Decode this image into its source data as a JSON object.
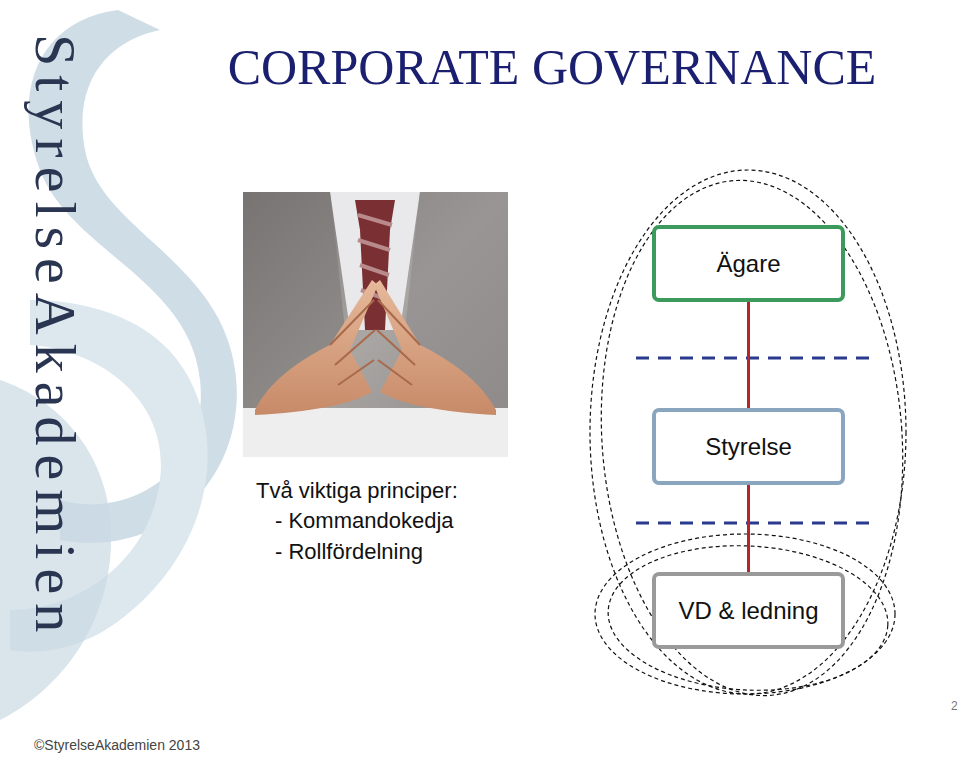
{
  "diagram": {
    "title": "CORPORATE GOVERNANCE",
    "nodes": [
      {
        "text": [
          "Ägare"
        ]
      },
      {
        "text": [
          "Styrelse"
        ]
      },
      {
        "text": [
          "VD & ledning"
        ]
      }
    ],
    "edges": [
      {
        "from": 0,
        "to": 1,
        "arrow": "none"
      },
      {
        "from": 1,
        "to": 2,
        "arrow": "none"
      }
    ],
    "labels": [
      "Två viktiga principer:",
      "- Kommandokedja",
      "- Rollfördelning",
      "StyrelseAkademien",
      "2",
      "©StyrelseAkademien 2013"
    ]
  }
}
